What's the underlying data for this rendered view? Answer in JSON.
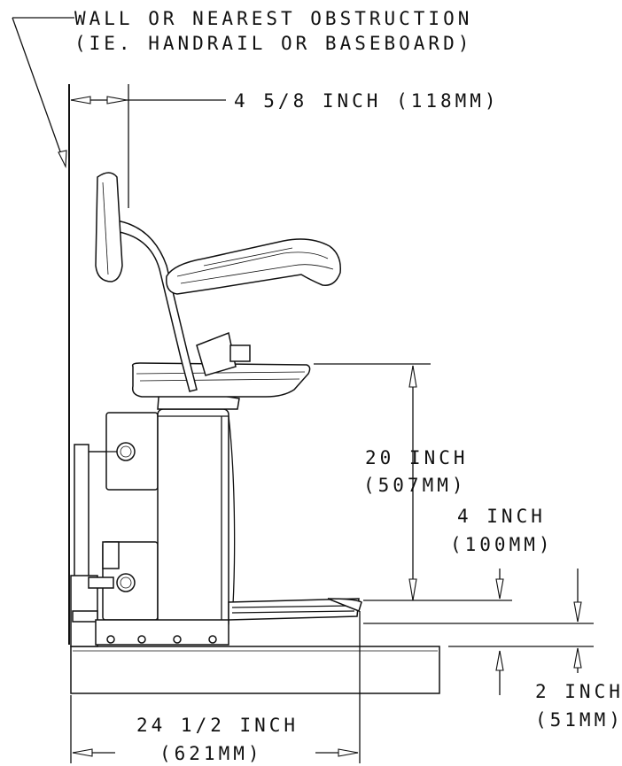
{
  "annotations": {
    "wall_line1": "WALL OR NEAREST OBSTRUCTION",
    "wall_line2": "(IE. HANDRAIL OR BASEBOARD)",
    "clearance": "4 5/8 INCH (118MM)",
    "seat_height_line1": "20 INCH",
    "seat_height_line2": "(507MM)",
    "footrest_height_line1": "4 INCH",
    "footrest_height_line2": "(100MM)",
    "rail_height_line1": "2 INCH",
    "rail_height_line2": "(51MM)",
    "depth_line1": "24 1/2 INCH",
    "depth_line2": "(621MM)"
  }
}
